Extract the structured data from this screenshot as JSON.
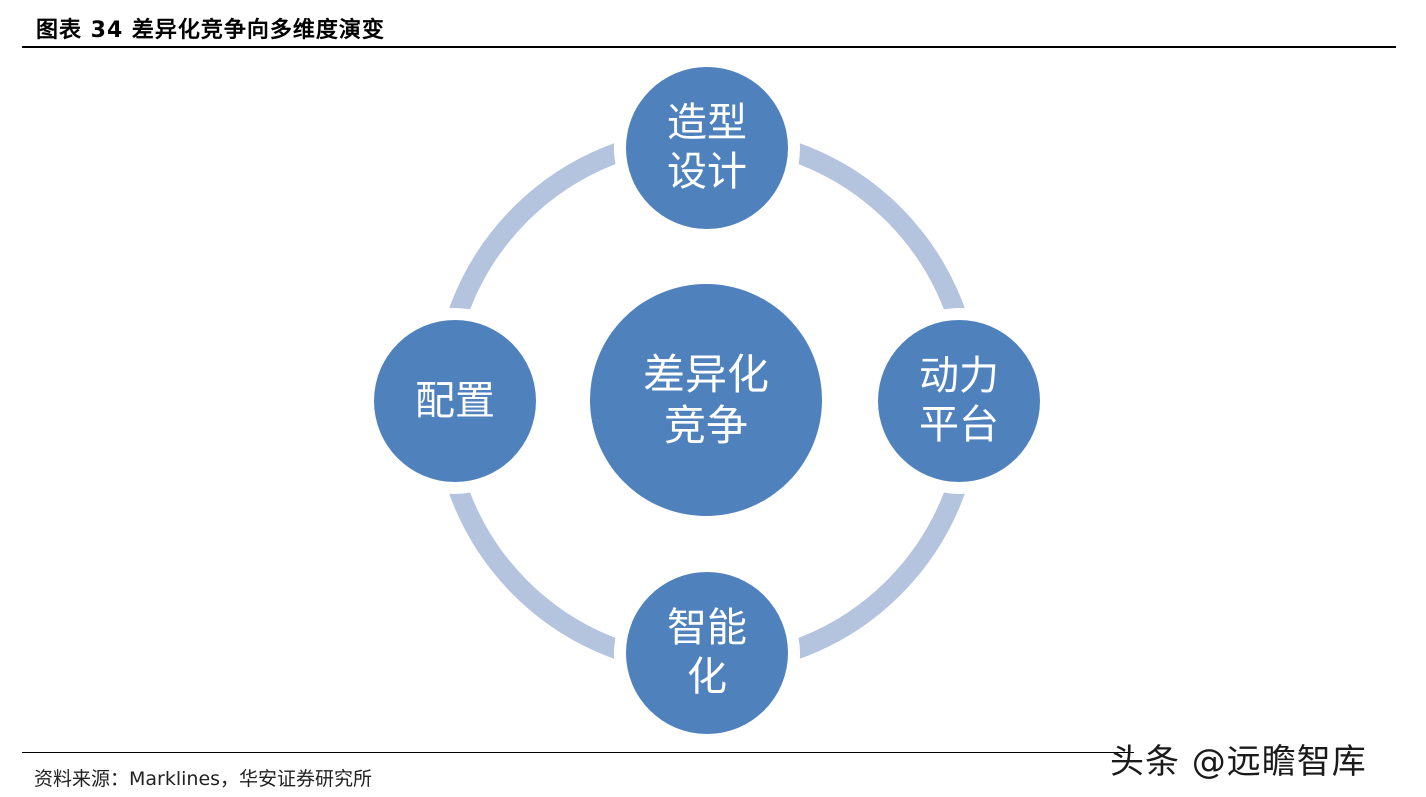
{
  "header": {
    "title": "图表 34  差异化竞争向多维度演变"
  },
  "diagram": {
    "center": "差异化\n竞争",
    "nodes": {
      "top": "造型\n设计",
      "right": "动力\n平台",
      "bottom": "智能\n化",
      "left": "配置"
    },
    "colors": {
      "node_fill": "#4f81bd",
      "ring": "#b4c3de",
      "text": "#ffffff"
    }
  },
  "footer": {
    "source": "资料来源：Marklines，华安证券研究所",
    "watermark": "头条 @远瞻智库"
  }
}
